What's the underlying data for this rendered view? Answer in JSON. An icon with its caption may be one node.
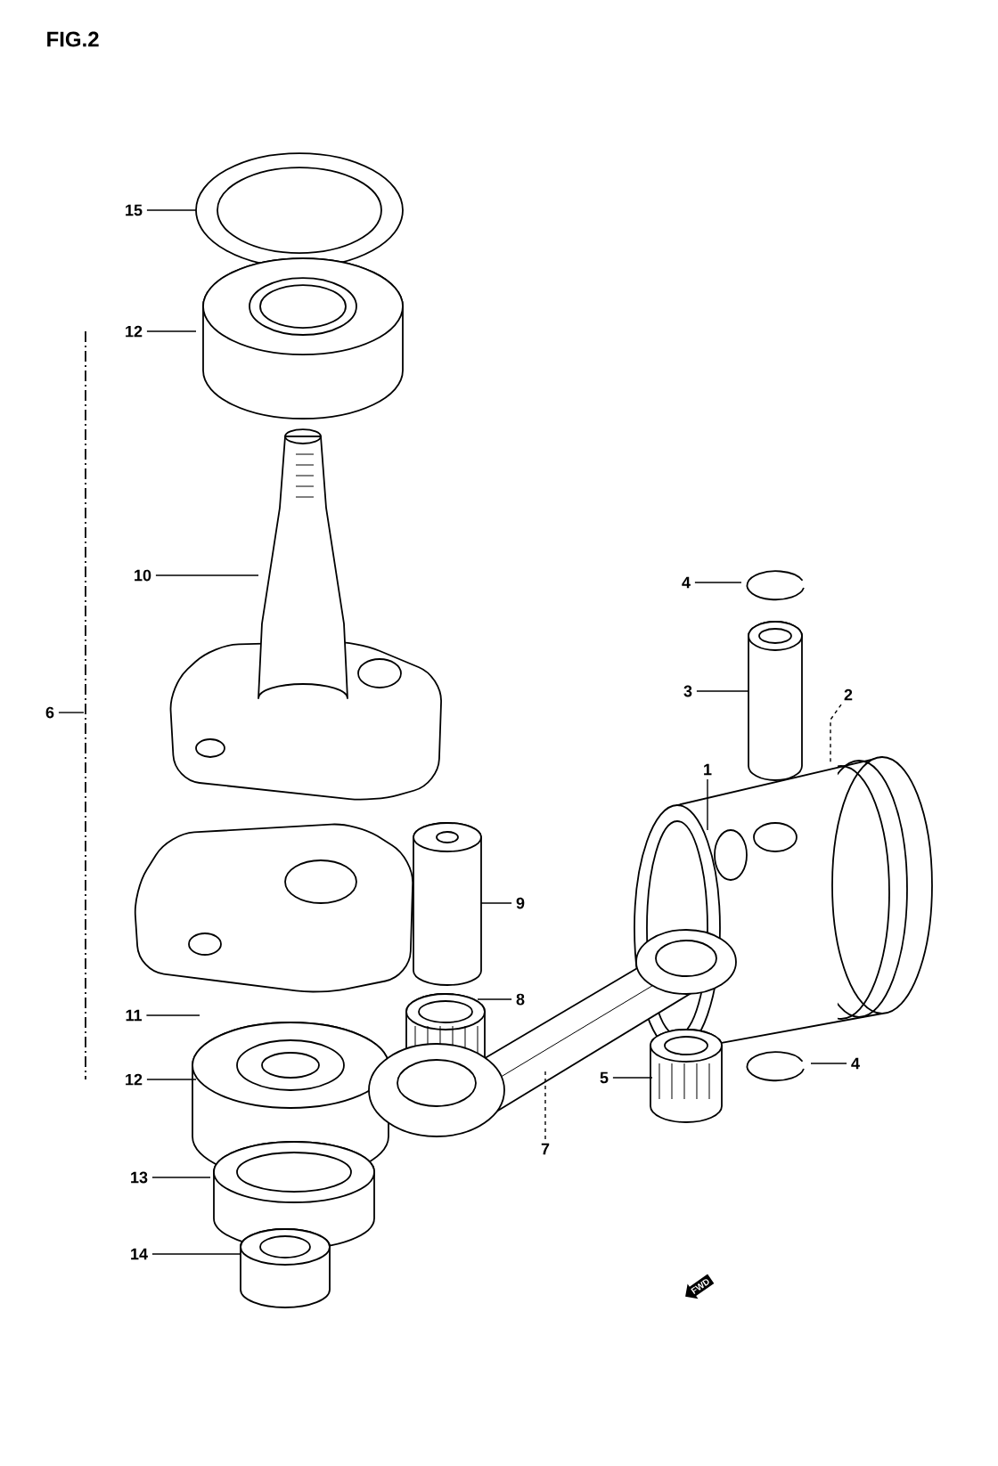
{
  "diagram": {
    "title": "FIG.2",
    "nodes": [
      {
        "text": [
          "15"
        ]
      },
      {
        "text": [
          "12"
        ]
      },
      {
        "text": [
          "10"
        ]
      },
      {
        "text": [
          "4"
        ]
      },
      {
        "text": [
          "3"
        ]
      },
      {
        "text": [
          "2"
        ]
      },
      {
        "text": [
          "6"
        ]
      },
      {
        "text": [
          "1"
        ]
      },
      {
        "text": [
          "9"
        ]
      },
      {
        "text": [
          "8"
        ]
      },
      {
        "text": [
          "11"
        ]
      },
      {
        "text": [
          "12"
        ]
      },
      {
        "text": [
          "5"
        ]
      },
      {
        "text": [
          "4"
        ]
      },
      {
        "text": [
          "7"
        ]
      },
      {
        "text": [
          "13"
        ]
      },
      {
        "text": [
          "14"
        ]
      }
    ],
    "edges": [
      {
        "from": 0,
        "to": null,
        "arrow": "none"
      },
      {
        "from": 1,
        "to": null,
        "arrow": "none"
      },
      {
        "from": 2,
        "to": null,
        "arrow": "none"
      },
      {
        "from": 3,
        "to": null,
        "arrow": "none"
      },
      {
        "from": 4,
        "to": null,
        "arrow": "none"
      },
      {
        "from": 5,
        "to": null,
        "arrow": "none",
        "style": "dashed"
      },
      {
        "from": 6,
        "to": null,
        "arrow": "none"
      },
      {
        "from": 7,
        "to": null,
        "arrow": "none"
      },
      {
        "from": 8,
        "to": null,
        "arrow": "none"
      },
      {
        "from": 9,
        "to": null,
        "arrow": "none"
      },
      {
        "from": 10,
        "to": null,
        "arrow": "none"
      },
      {
        "from": 11,
        "to": null,
        "arrow": "none"
      },
      {
        "from": 12,
        "to": null,
        "arrow": "none"
      },
      {
        "from": 13,
        "to": null,
        "arrow": "none"
      },
      {
        "from": 14,
        "to": null,
        "arrow": "none",
        "style": "dashed"
      },
      {
        "from": 15,
        "to": null,
        "arrow": "none"
      },
      {
        "from": 16,
        "to": null,
        "arrow": "none"
      }
    ],
    "labels": [
      "FWD"
    ]
  }
}
